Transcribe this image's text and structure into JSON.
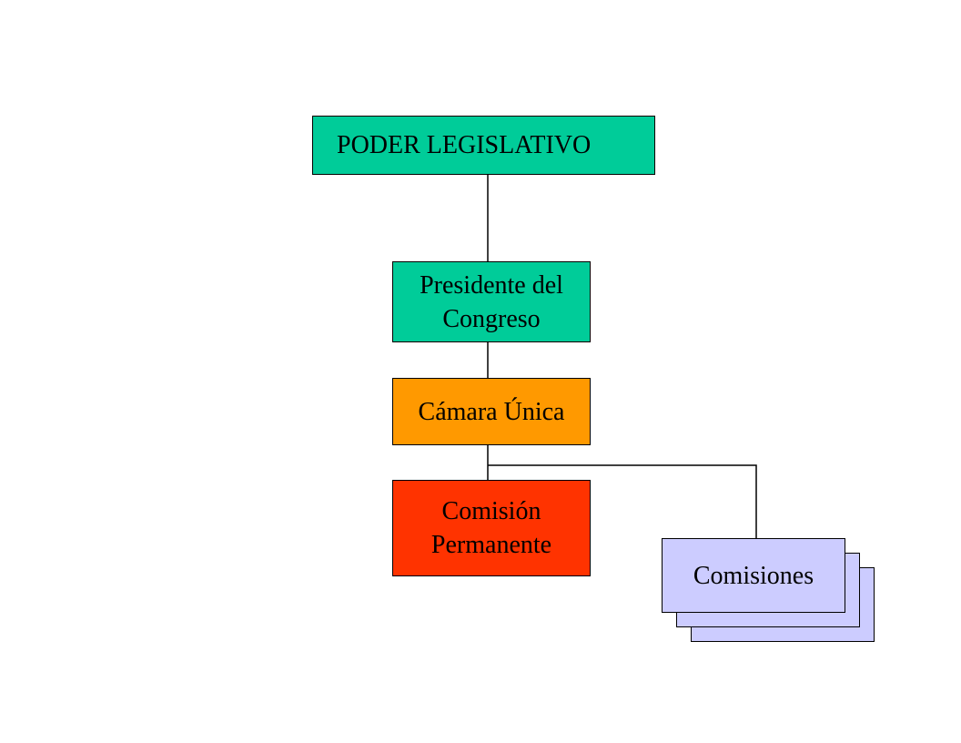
{
  "diagram": {
    "nodes": [
      {
        "id": "poder",
        "label": "PODER LEGISLATIVO",
        "color": "#00cc99"
      },
      {
        "id": "presidente",
        "label": "Presidente del\nCongreso",
        "color": "#00cc99"
      },
      {
        "id": "camara",
        "label": "Cámara Única",
        "color": "#ff9900"
      },
      {
        "id": "comision",
        "label": "Comisión\nPermanente",
        "color": "#ff3300"
      },
      {
        "id": "comisiones",
        "label": "Comisiones",
        "color": "#ccccff",
        "stacked": true
      }
    ],
    "edges": [
      {
        "from": "poder",
        "to": "presidente"
      },
      {
        "from": "presidente",
        "to": "camara"
      },
      {
        "from": "camara",
        "to": "comision"
      },
      {
        "from": "camara",
        "to": "comisiones"
      }
    ]
  }
}
